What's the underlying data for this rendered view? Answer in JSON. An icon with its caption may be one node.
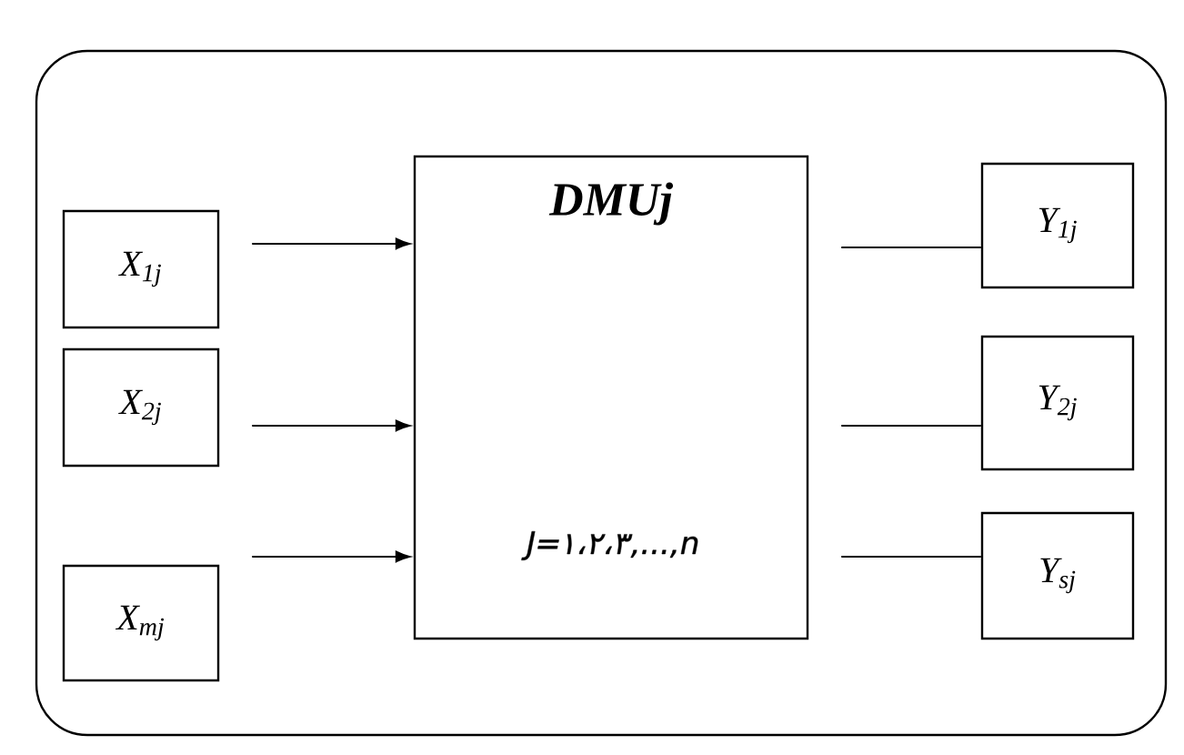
{
  "diagram": {
    "nodes": [
      {
        "text": [],
        "shape": "box"
      },
      {
        "text": [
          "X$_{1j}$"
        ],
        "in": 0
      },
      {
        "text": [
          "X$_{2j}$"
        ],
        "in": 0
      },
      {
        "text": [
          "X$_{mj}$"
        ],
        "in": 0
      },
      {
        "text": [
          "DMUj",
          "J=۱،۲،۳,...,n"
        ],
        "in": 0
      },
      {
        "text": [
          "Y$_{1j}$"
        ],
        "in": 0
      },
      {
        "text": [
          "Y$_{2j}$"
        ],
        "in": 0
      },
      {
        "text": [
          "Y$_{sj}$"
        ],
        "in": 0
      }
    ],
    "edges": [
      {
        "from": 1,
        "to": 4,
        "arrow": "to"
      },
      {
        "from": 2,
        "to": 4,
        "arrow": "to"
      },
      {
        "from": 3,
        "to": 4,
        "arrow": "to"
      },
      {
        "from": 4,
        "to": 5,
        "arrow": "none"
      },
      {
        "from": 4,
        "to": 6,
        "arrow": "none"
      },
      {
        "from": 4,
        "to": 7,
        "arrow": "none"
      }
    ]
  }
}
